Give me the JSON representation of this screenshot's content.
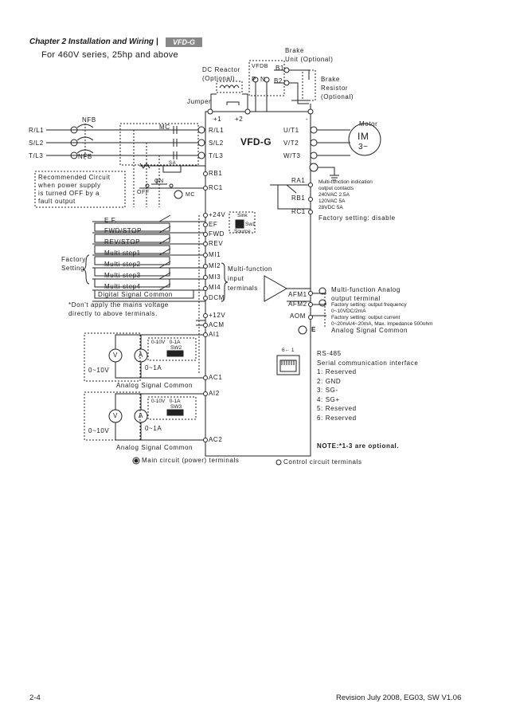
{
  "header": {
    "chapter": "Chapter 2 Installation and Wiring |",
    "logo": "VFD-G"
  },
  "subtitle": "For 460V series, 25hp and above",
  "footer": {
    "page": "2-4",
    "revision": "Revision July 2008, EG03, SW V1.06"
  },
  "power": {
    "brake_unit": "Brake\nUnit (Optional)",
    "dc_reactor": "DC Reactor\n(Optional)",
    "vfdb": "VFDB",
    "b1": "B1",
    "p": "P",
    "n": "N",
    "b2": "B2",
    "brake_resistor": "Brake\nResistor\n(Optional)",
    "jumper": "Jumper",
    "plus1": "+1",
    "plus2": "+2",
    "minus": "-",
    "motor": "Motor",
    "im": "IM",
    "phase": "3~",
    "nfb_top": "NFB",
    "nfb_bottom": "NFB",
    "mc": "MC",
    "r_l1": "R/L1",
    "s_l2": "S/L2",
    "t_l3": "T/L3",
    "u_t1": "U/T1",
    "v_t2": "V/T2",
    "w_t3": "W/T3",
    "vfd_title": "VFD-G"
  },
  "recommended": {
    "text": "Recommended Circuit\nwhen power supply\nis turned OFF by a\nfault output",
    "sa": "SA",
    "on": "ON",
    "off": "OFF",
    "mc": "MC"
  },
  "relay": {
    "ra1": "RA1",
    "rb1_right": "RB1",
    "rc1_right": "RC1",
    "rb1_left": "RB1",
    "rc1_left": "RC1",
    "spec": "Multi-function indication\noutput contacts\n240VAC 2.5A\n120VAC 5A\n28VDC 5A",
    "default": "Factory setting: disable"
  },
  "digital_inputs": {
    "plus24v": "+24V",
    "ef_label": "E.F.",
    "ef": "EF",
    "fwd_label": "FWD/STOP",
    "fwd": "FWD",
    "rev_label": "REV/STOP",
    "rev": "REV",
    "ms1": "Multi-step1",
    "mi1": "MI1",
    "ms2": "Multi-step2",
    "mi2": "MI2",
    "ms3": "Multi-step3",
    "mi3": "MI3",
    "ms4": "Multi-step4",
    "mi4": "MI4",
    "dcm_label": "Digital Signal Common",
    "dcm": "DCM",
    "factory_setting": "Factory\nSetting",
    "multi_function": "Multi-function\ninput\nterminals",
    "sink": "Sink",
    "sw1": "Sw1",
    "source": "Source",
    "note_voltage": "*Don't apply the mains voltage\ndirectly to above terminals."
  },
  "analog_inputs": {
    "plus12v": "+12V",
    "acm": "ACM",
    "ai1": "AI1",
    "sw2_range": "0-10V   0-1A",
    "sw2": "SW2",
    "v": "V",
    "a": "A",
    "v_range1": "0~10V",
    "a_range1": "0~1A",
    "asc1": "Analog Signal Common",
    "ac1": "AC1",
    "ai2": "AI2",
    "sw3_range": "0-10V   0-1A",
    "sw3": "SW3",
    "v_range2": "0~10V",
    "a_range2": "0~1A",
    "asc2": "Analog Signal Common",
    "ac2": "AC2"
  },
  "analog_outputs": {
    "afm1": "AFM1",
    "afm2": "AFM2",
    "aom": "AOM",
    "e": "E",
    "title": "Multi-function Analog\noutput terminal",
    "spec": "Factory setting: output frequency\n0~10VDC/2mA\nFactory setting: output current\n0~20mA/4~20mA, Max. Impedance 500ohm",
    "asc": "Analog Signal Common"
  },
  "rs485": {
    "jack": "6← 1",
    "text": "RS-485\nSerial communication interface\n1: Reserved\n2: GND\n3: SG-\n4: SG+\n5: Reserved\n6: Reserved"
  },
  "legend": {
    "note": "NOTE:*1-3 are optional.",
    "main": "Main circuit (power) terminals",
    "control": "Control circuit terminals"
  }
}
